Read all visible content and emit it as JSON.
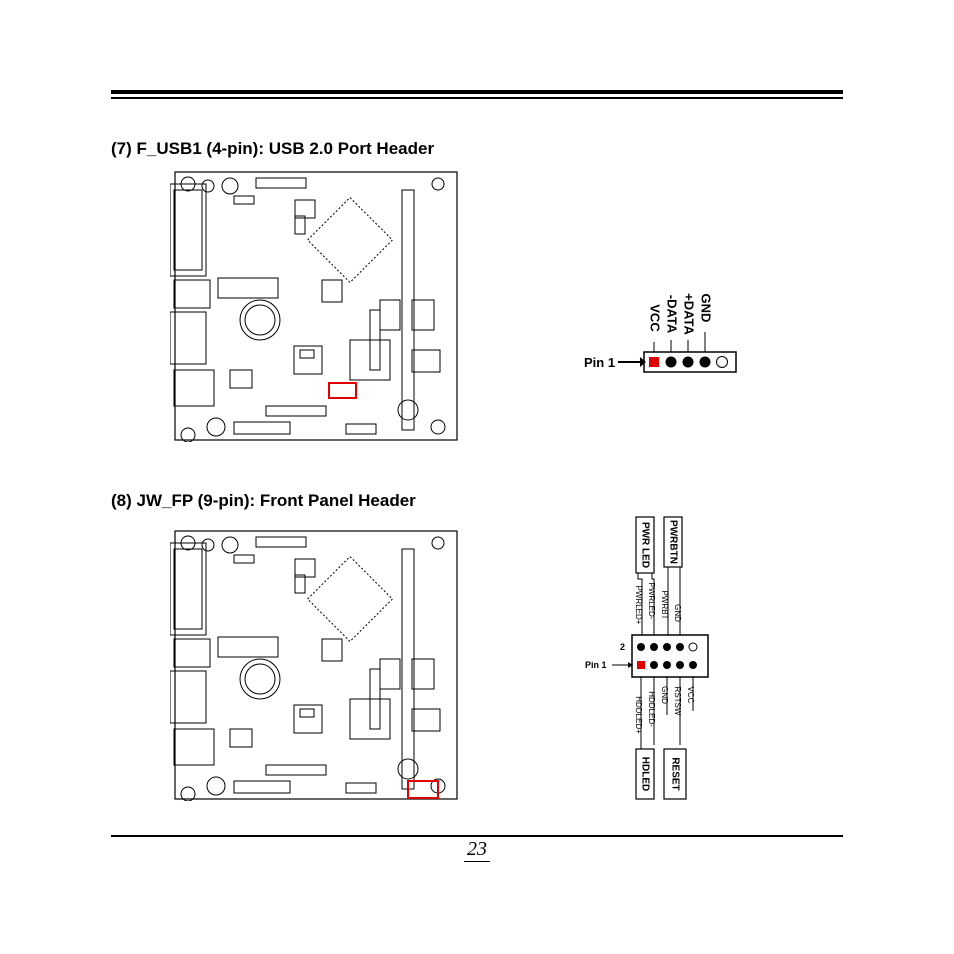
{
  "sections": [
    {
      "title": "(7) F_USB1 (4-pin): USB 2.0 Port Header"
    },
    {
      "title": "(8) JW_FP (9-pin): Front Panel Header"
    }
  ],
  "usb_header": {
    "pin1_label": "Pin 1",
    "pins": [
      "VCC",
      "-DATA",
      "+DATA",
      "GND"
    ],
    "highlight_color": "#e00000"
  },
  "front_panel": {
    "row2_label": "2",
    "pin1_label": "Pin 1",
    "top_groups": [
      "PWR LED",
      "PWRBTN"
    ],
    "top_pins": [
      "PWRLED+",
      "PWRLED-",
      "PWRBT",
      "GND"
    ],
    "bottom_pins": [
      "HDDLED+",
      "HDDLED-",
      "GND",
      "RSTSW",
      "VCC"
    ],
    "bottom_groups": [
      "HDLED",
      "RESET"
    ],
    "highlight_color": "#e00000"
  },
  "footer": {
    "page_number": "23"
  }
}
